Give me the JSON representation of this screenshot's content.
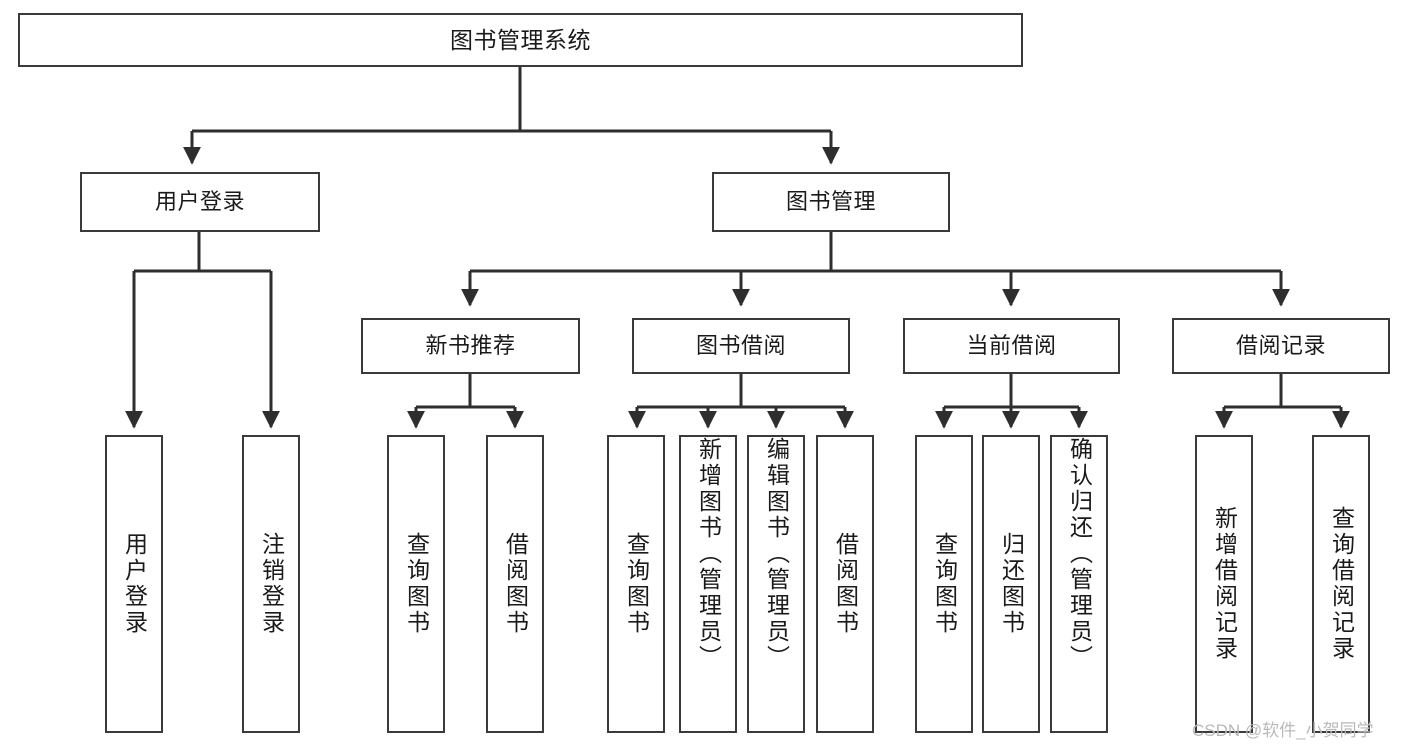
{
  "diagram": {
    "title": "图书管理系统",
    "type": "hierarchy-tree",
    "root": {
      "id": "root",
      "label": "图书管理系统"
    },
    "level2": [
      {
        "id": "user-login",
        "label": "用户登录"
      },
      {
        "id": "book-manage",
        "label": "图书管理"
      }
    ],
    "level3": [
      {
        "id": "new-book-rec",
        "label": "新书推荐",
        "parent": "book-manage"
      },
      {
        "id": "book-borrow",
        "label": "图书借阅",
        "parent": "book-manage"
      },
      {
        "id": "current-borrow",
        "label": "当前借阅",
        "parent": "book-manage"
      },
      {
        "id": "borrow-record",
        "label": "借阅记录",
        "parent": "book-manage"
      }
    ],
    "leaves": [
      {
        "id": "leaf-user-login",
        "label": "用户登录",
        "parent": "user-login"
      },
      {
        "id": "leaf-user-logout",
        "label": "注销登录",
        "parent": "user-login"
      },
      {
        "id": "leaf-query-book-1",
        "label": "查询图书",
        "parent": "new-book-rec"
      },
      {
        "id": "leaf-borrow-book-1",
        "label": "借阅图书",
        "parent": "new-book-rec"
      },
      {
        "id": "leaf-query-book-2",
        "label": "查询图书",
        "parent": "book-borrow"
      },
      {
        "id": "leaf-add-book",
        "label": "新增图书（管理员）",
        "parent": "book-borrow"
      },
      {
        "id": "leaf-edit-book",
        "label": "编辑图书（管理员）",
        "parent": "book-borrow"
      },
      {
        "id": "leaf-borrow-book-2",
        "label": "借阅图书",
        "parent": "book-borrow"
      },
      {
        "id": "leaf-query-book-3",
        "label": "查询图书",
        "parent": "current-borrow"
      },
      {
        "id": "leaf-return-book",
        "label": "归还图书",
        "parent": "current-borrow"
      },
      {
        "id": "leaf-confirm-return",
        "label": "确认归还（管理员）",
        "parent": "current-borrow"
      },
      {
        "id": "leaf-add-record",
        "label": "新增借阅记录",
        "parent": "borrow-record"
      },
      {
        "id": "leaf-query-record",
        "label": "查询借阅记录",
        "parent": "borrow-record"
      }
    ]
  },
  "watermark": {
    "text": "CSDN @软件_小贺同学"
  },
  "colors": {
    "box_border": "#3a3a3a",
    "box_fill": "#ffffff",
    "connector": "#2e2e2e",
    "text": "#1a1a1a",
    "watermark": "#b9b9b9",
    "background": "#ffffff"
  }
}
